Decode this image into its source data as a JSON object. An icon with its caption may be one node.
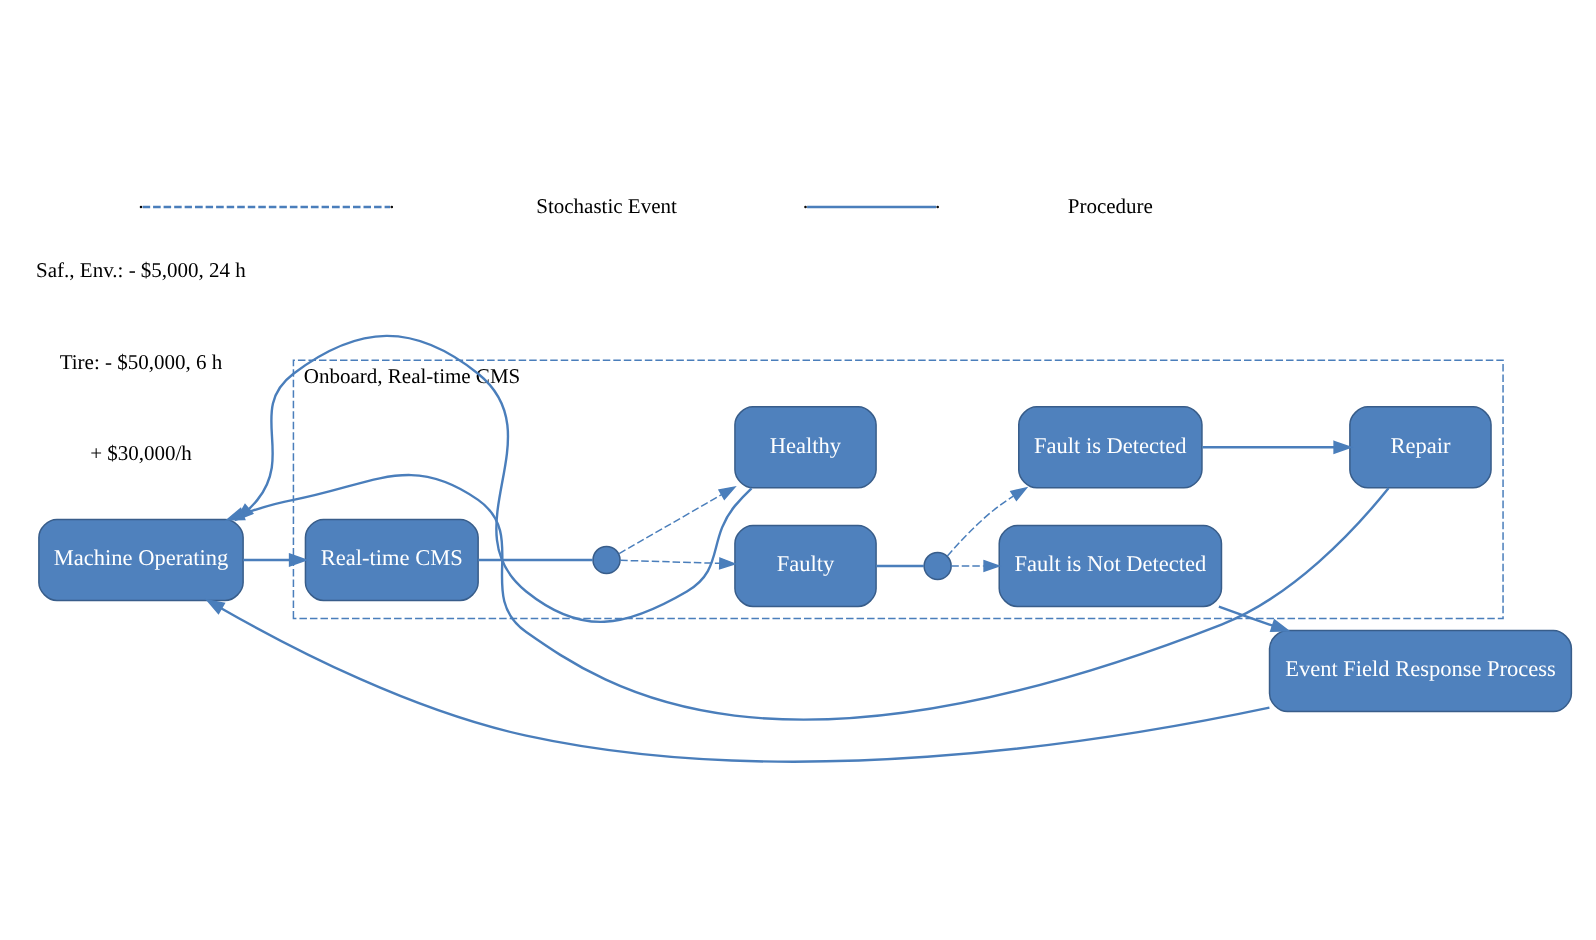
{
  "diagram": {
    "nodes": [
      {
        "text": [
          "Onboard, Real-time CMS"
        ]
      },
      {
        "text": [
          "Machine Operating"
        ],
        "beside": [
          "+ $30,000/h"
        ]
      },
      {
        "text": [
          "Real-time CMS"
        ],
        "in": 0
      },
      {
        "text": [],
        "shape": "circle",
        "in": 0
      },
      {
        "text": [
          "Faulty"
        ],
        "in": 0
      },
      {
        "text": [
          "Healthy"
        ],
        "in": 0
      },
      {
        "text": [],
        "shape": "circle",
        "in": 0
      },
      {
        "text": [
          "Fault is Not Detected"
        ],
        "in": 0
      },
      {
        "text": [
          "Fault is Detected"
        ],
        "in": 0
      },
      {
        "text": [
          "Repair"
        ],
        "in": 0
      },
      {
        "text": [
          "Event Field Response Process"
        ]
      }
    ],
    "edges": [
      {
        "from": 1,
        "to": 2,
        "arrow": "to"
      },
      {
        "from": 2,
        "to": 3,
        "arrow": "none"
      },
      {
        "from": 3,
        "to": 4,
        "arrow": "to",
        "style": "dashed"
      },
      {
        "from": 3,
        "to": 5,
        "arrow": "to",
        "style": "dashed"
      },
      {
        "from": 4,
        "to": 6,
        "arrow": "none"
      },
      {
        "from": 6,
        "to": 7,
        "arrow": "to",
        "style": "dashed"
      },
      {
        "from": 6,
        "to": 8,
        "arrow": "to",
        "style": "dashed"
      },
      {
        "from": 7,
        "to": 10,
        "arrow": "to"
      },
      {
        "from": 5,
        "to": 1,
        "arrow": "to"
      },
      {
        "from": 8,
        "to": 9,
        "arrow": "to"
      },
      {
        "from": 9,
        "to": 1,
        "arrow": "to"
      },
      {
        "from": 10,
        "to": 1,
        "arrow": "to"
      }
    ],
    "labels": [
      "Saf., Env.: - $5,000, 24 h",
      "Tire: - $50,000, 6 h"
    ],
    "legend": [
      {
        "text": "Stochastic Event"
      },
      {
        "text": "Procedure"
      }
    ]
  }
}
